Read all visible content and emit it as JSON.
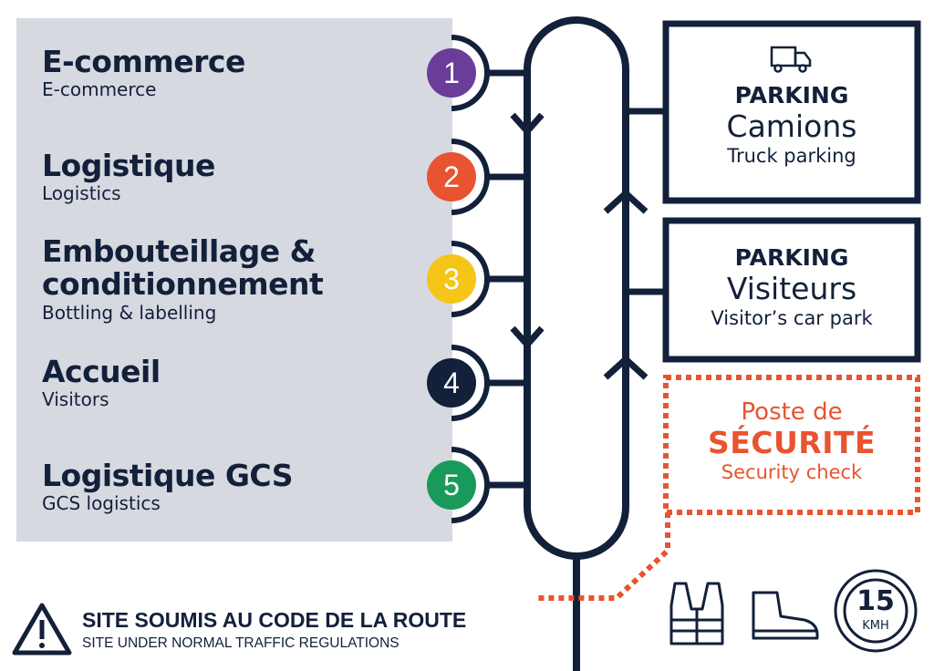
{
  "stops": [
    {
      "number": "1",
      "title": "E-commerce",
      "subtitle": "E-commerce",
      "color": "#6a3d9a"
    },
    {
      "number": "2",
      "title": "Logistique",
      "subtitle": "Logistics",
      "color": "#e8542f"
    },
    {
      "number": "3",
      "title": "Embouteillage & conditionnement",
      "subtitle": "Bottling & labelling",
      "color": "#f5c518"
    },
    {
      "number": "4",
      "title": "Accueil",
      "subtitle": "Visitors",
      "color": "#13203a"
    },
    {
      "number": "5",
      "title": "Logistique GCS",
      "subtitle": "GCS logistics",
      "color": "#1a9a5a"
    }
  ],
  "parking_trucks": {
    "line1": "PARKING",
    "line2": "Camions",
    "line3": "Truck parking",
    "icon": "truck-icon"
  },
  "parking_visitors": {
    "line1": "PARKING",
    "line2": "Visiteurs",
    "line3": "Visitor’s car park"
  },
  "security": {
    "line1": "Poste de",
    "line2": "SÉCURITÉ",
    "line3": "Security check",
    "color": "#e8542f"
  },
  "notice": {
    "title": "SITE SOUMIS AU CODE DE LA ROUTE",
    "subtitle": "SITE UNDER NORMAL TRAFFIC REGULATIONS",
    "icon": "warning-icon"
  },
  "safety_icons": [
    "safety-vest-icon",
    "safety-boot-icon"
  ],
  "speed_limit": {
    "value": "15",
    "unit": "KMH"
  },
  "colors": {
    "navy": "#13203a",
    "panel": "#d7d9e1",
    "accent": "#e8542f"
  }
}
